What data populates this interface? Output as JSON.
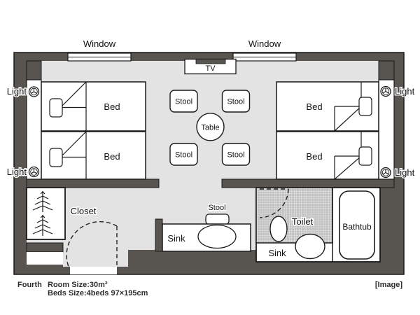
{
  "plan": {
    "window_labels": [
      "Window",
      "Window"
    ],
    "light_labels": [
      "Light",
      "Light",
      "Light",
      "Light"
    ],
    "tv_label": "TV",
    "bed_labels": [
      "Bed",
      "Bed",
      "Bed",
      "Bed"
    ],
    "stool_labels": [
      "Stool",
      "Stool",
      "Stool",
      "Stool"
    ],
    "table_label": "Table",
    "closet_label": "Closet",
    "entry_stool_label": "Stool",
    "counter_sink_label": "Sink",
    "toilet_label": "Toilet",
    "bath_sink_label": "Sink",
    "bathtub_label": "Bathtub"
  },
  "caption": {
    "floor_name": "Fourth",
    "room_size": "Room Size:30m²",
    "beds_size": "Beds Size:4beds 97×195cm",
    "image_tag": "[Image]"
  },
  "colors": {
    "wall": "#585450",
    "floor": "#e3e3e3",
    "bath_floor": "#c2c2c2",
    "line": "#1a1a1a"
  }
}
